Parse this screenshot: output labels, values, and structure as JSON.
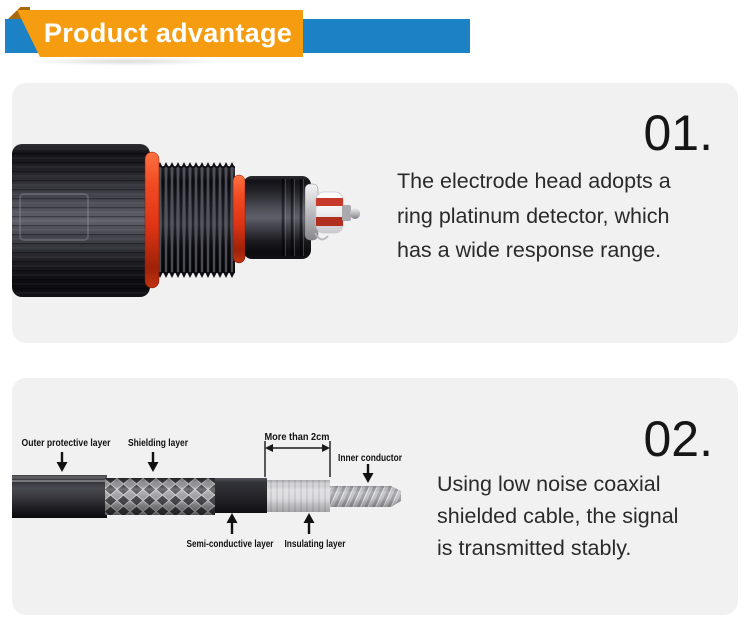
{
  "header": {
    "title": "Product advantage",
    "colors": {
      "bar_blue": "#1d81c5",
      "banner_orange": "#f59c10",
      "fold_dark_orange": "#a8690b",
      "title_text": "#ffffff"
    }
  },
  "cards": {
    "background": "#f1f1f2"
  },
  "advantages": [
    {
      "number": "01.",
      "lines": [
        "The electrode head adopts a",
        "ring platinum detector, which",
        "has a wide response range."
      ]
    },
    {
      "number": "02.",
      "lines": [
        "Using low noise coaxial",
        "shielded cable, the signal",
        "is transmitted stably."
      ]
    }
  ],
  "cable_diagram": {
    "labels": {
      "outer": "Outer protective layer",
      "shielding": "Shielding layer",
      "dimension": "More than 2cm",
      "inner": "Inner conductor",
      "semi": "Semi-conductive layer",
      "insulating": "Insulating layer"
    },
    "accent_red": "#e8391d"
  }
}
